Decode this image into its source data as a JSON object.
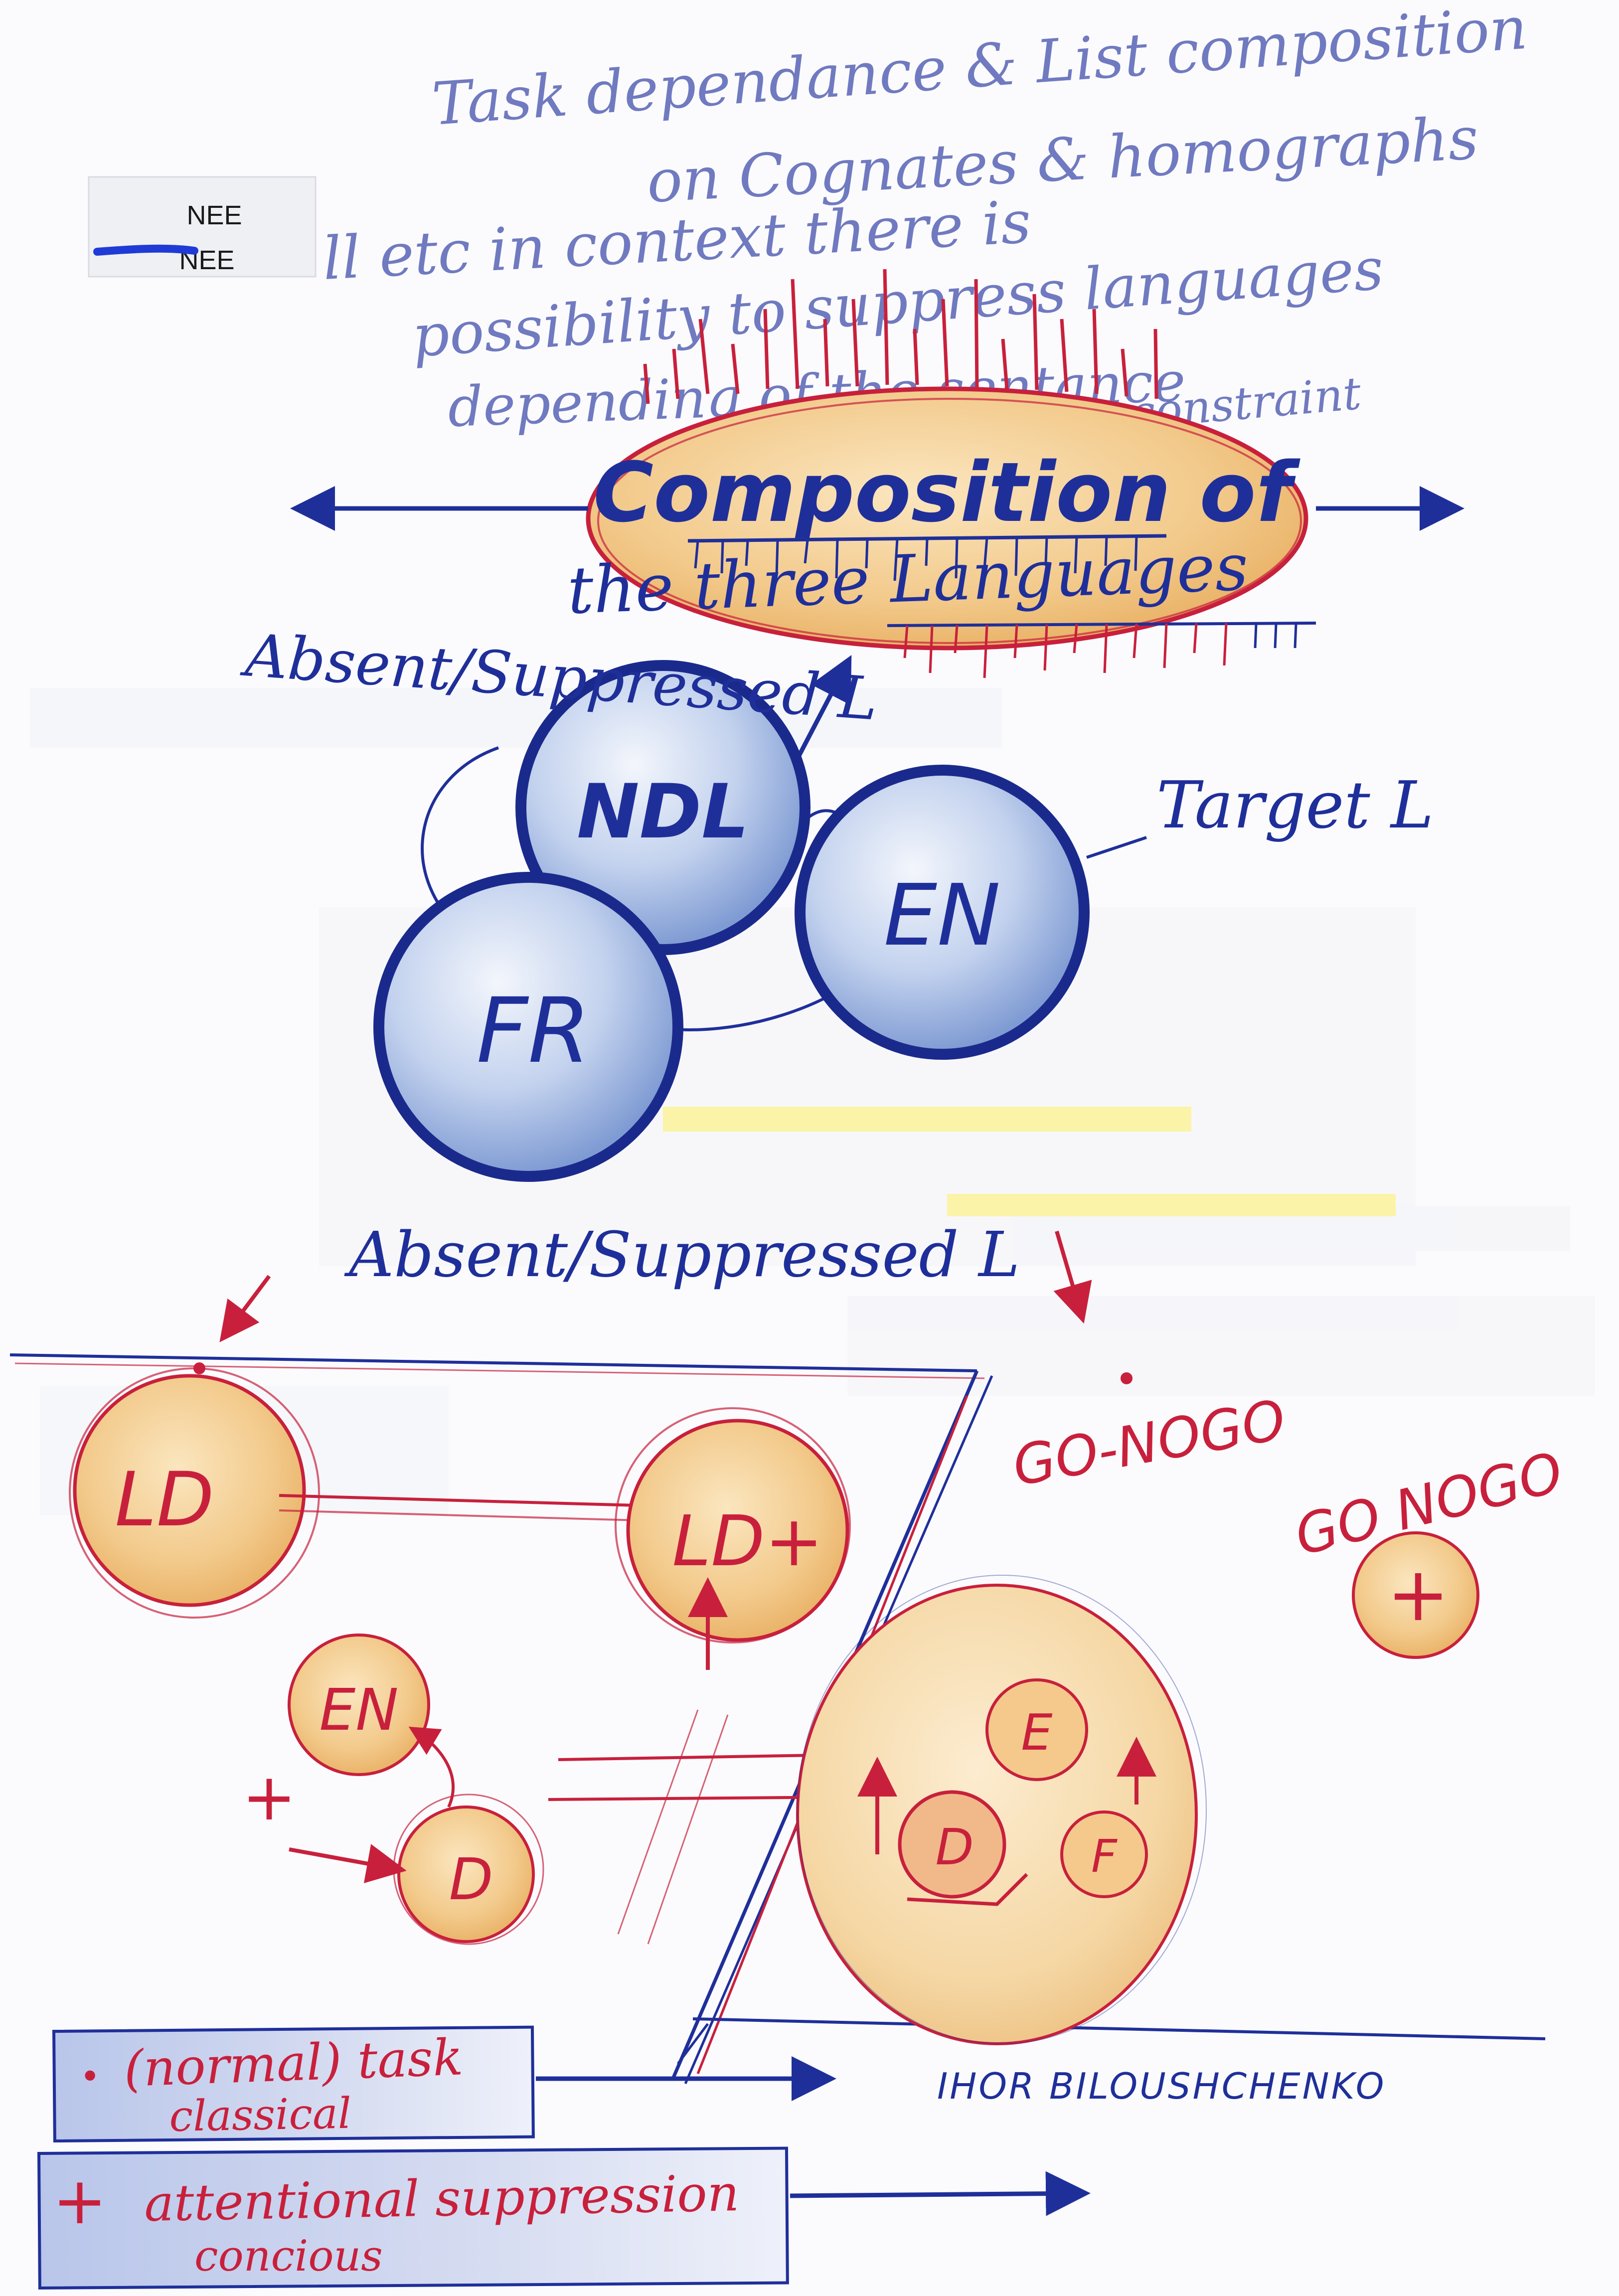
{
  "top_note": {
    "lines": [
      "Task dependance & List composition",
      "on Cognates & homographs",
      "ll etc in context there is",
      "possibility to suppress languages",
      "depending of the sentance",
      "constraint"
    ]
  },
  "legend_card": {
    "line1": "NEE",
    "line2": "NEE"
  },
  "composition": {
    "line1": "Composition of",
    "line2": "the three Languages"
  },
  "languages": {
    "ndl": "NDL",
    "en": "EN",
    "fr": "FR",
    "absent_top": "Absent/Suppressed L",
    "target": "Target L",
    "absent_bottom": "Absent/Suppressed L"
  },
  "tasks": {
    "ld": "LD",
    "ld_plus": "LD+",
    "go_nogo": "GO-NOGO",
    "go_nogo_plus": "GO NOGO",
    "plus_sign": "+",
    "en_small": "EN",
    "d_small": "D",
    "plus_left": "+",
    "e_inner": "E",
    "d_inner": "D",
    "f_inner": "F"
  },
  "bottom_legend": {
    "dot": "•",
    "normal_line1": "(normal) task",
    "normal_line2": "classical",
    "plus": "+",
    "attn_line1": "attentional suppression",
    "attn_line2": "concious"
  },
  "signature": "IHOR BILOUSHCHENKO",
  "colors": {
    "ink_blue": "#1f2f9a",
    "ink_red": "#c8203c",
    "wash_orange": "#f2c98a",
    "wash_blue": "#9fb6e0",
    "highlight_yellow": "#fbf3a8"
  }
}
